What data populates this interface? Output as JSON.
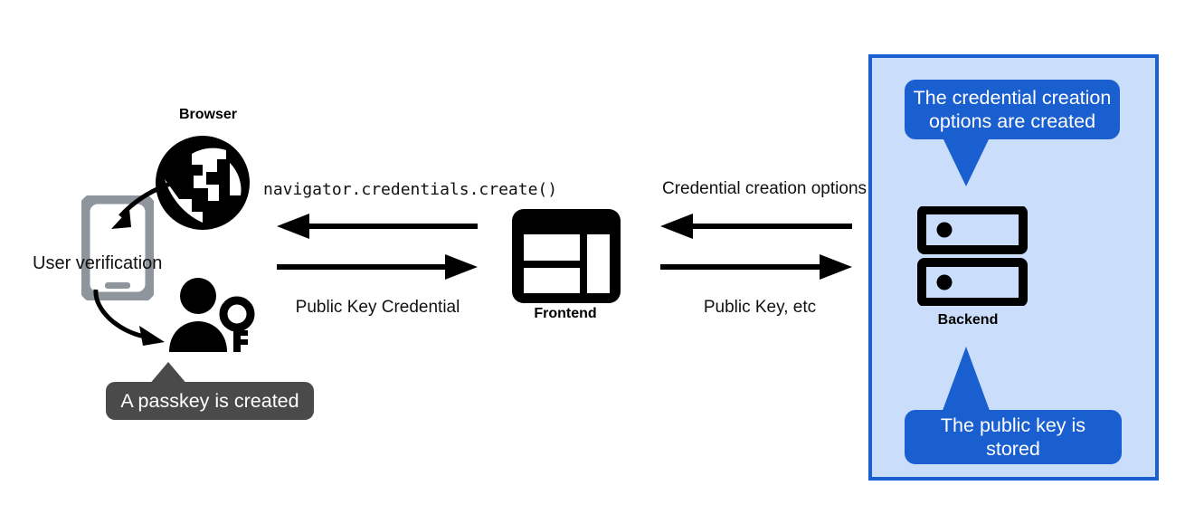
{
  "diagram": {
    "title": "Passkey registration flow",
    "colors": {
      "panel_fill": "#cadefb",
      "panel_border": "#1a5fd0",
      "callout_blue": "#1a5fd0",
      "callout_gray": "#4a4a4a",
      "icon_black": "#000000",
      "phone_gray": "#8e959c",
      "background": "#ffffff"
    }
  },
  "nodes": {
    "browser": {
      "label": "Browser",
      "icon": "globe-icon"
    },
    "frontend": {
      "label": "Frontend",
      "icon": "browser-window-icon"
    },
    "backend": {
      "label": "Backend",
      "icon": "server-rack-icon"
    },
    "phone": {
      "icon": "mobile-phone-icon",
      "annotation": "User verification"
    },
    "user": {
      "icon": "person-with-key-icon"
    }
  },
  "edges": [
    {
      "id": "navigator-create",
      "label": "navigator.credentials.create()",
      "direction": "left",
      "from": "frontend",
      "to": "browser",
      "style": "monospace"
    },
    {
      "id": "public-key-credential",
      "label": "Public Key Credential",
      "direction": "right",
      "from": "browser",
      "to": "frontend",
      "style": "normal"
    },
    {
      "id": "credential-creation-options",
      "label": "Credential creation options",
      "direction": "left",
      "from": "backend",
      "to": "frontend",
      "style": "normal"
    },
    {
      "id": "public-key-etc",
      "label": "Public Key, etc",
      "direction": "right",
      "from": "frontend",
      "to": "backend",
      "style": "normal"
    }
  ],
  "callouts": [
    {
      "id": "credential-creation-options-created",
      "text": "The credential creation options are created",
      "color": "blue",
      "pointer": "down",
      "target": "backend"
    },
    {
      "id": "public-key-stored",
      "text": "The public key is stored",
      "color": "blue",
      "pointer": "up",
      "target": "backend"
    },
    {
      "id": "passkey-created",
      "text": "A passkey is created",
      "color": "gray",
      "pointer": "up",
      "target": "user"
    }
  ],
  "annotations": {
    "user_verification": "User verification"
  }
}
